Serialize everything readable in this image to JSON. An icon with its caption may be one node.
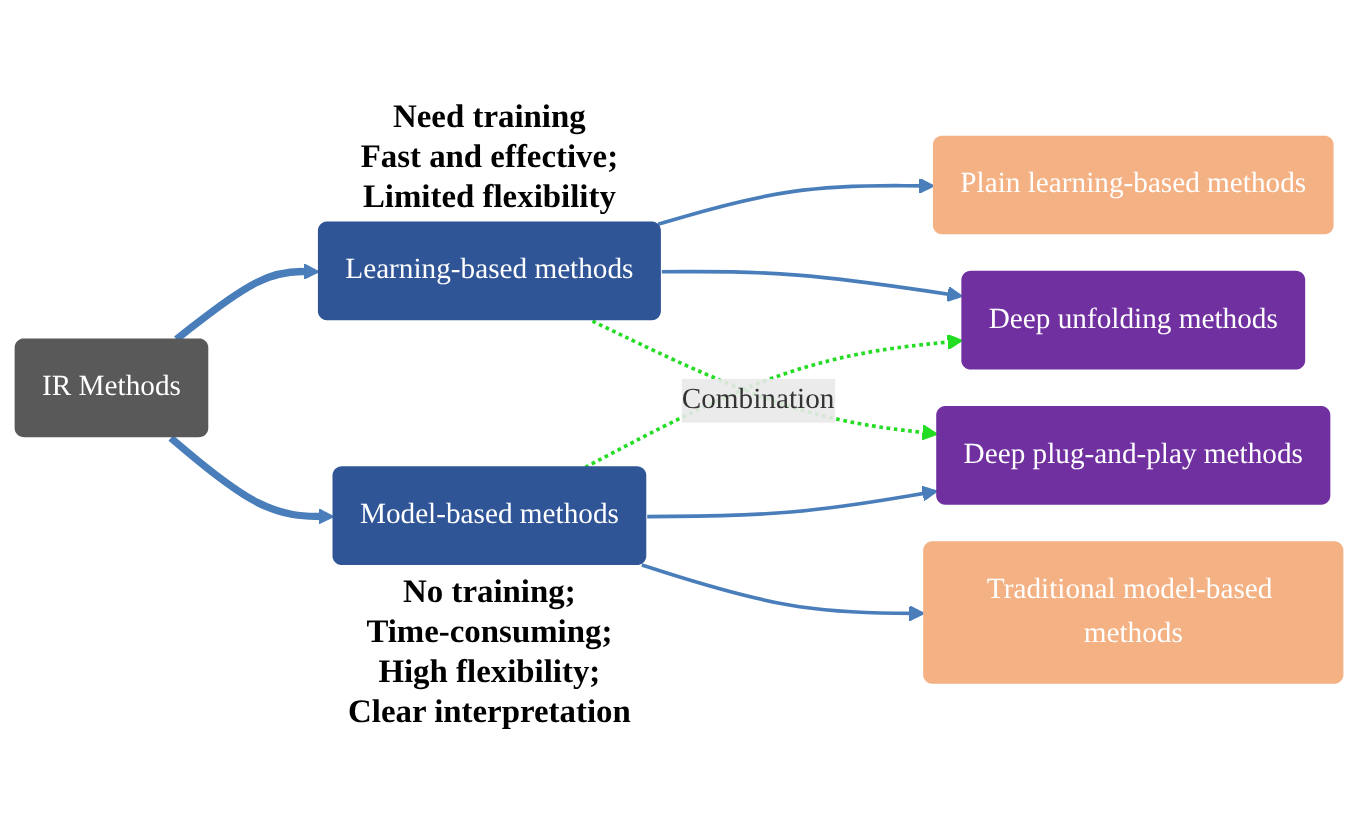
{
  "diagram": {
    "nodes": [
      {
        "text": [
          "IR Methods"
        ]
      },
      {
        "text": [
          "Learning-based methods"
        ],
        "beside": [
          "Need training",
          "Fast and effective;",
          "Limited flexibility"
        ]
      },
      {
        "text": [
          "Model-based methods"
        ],
        "beside": [
          "No training;",
          "Time-consuming;",
          "High flexibility;",
          "Clear interpretation"
        ]
      },
      {
        "text": [
          "Plain learning-based methods"
        ]
      },
      {
        "text": [
          "Deep unfolding methods"
        ]
      },
      {
        "text": [
          "Deep plug-and-play methods"
        ]
      },
      {
        "text": [
          "Traditional model-based methods"
        ]
      }
    ],
    "edges": [
      {
        "from": 0,
        "to": 1,
        "arrow": "to",
        "style": "thick"
      },
      {
        "from": 0,
        "to": 2,
        "arrow": "to",
        "style": "thick"
      },
      {
        "from": 1,
        "to": 3,
        "arrow": "to"
      },
      {
        "from": 1,
        "to": 4,
        "arrow": "to"
      },
      {
        "from": 1,
        "to": 5,
        "arrow": "to",
        "style": "dashed",
        "color": "#22dd22",
        "label": "Combination"
      },
      {
        "from": 2,
        "to": 4,
        "arrow": "to",
        "style": "dashed",
        "color": "#22dd22"
      },
      {
        "from": 2,
        "to": 5,
        "arrow": "to"
      },
      {
        "from": 2,
        "to": 6,
        "arrow": "to"
      }
    ]
  }
}
